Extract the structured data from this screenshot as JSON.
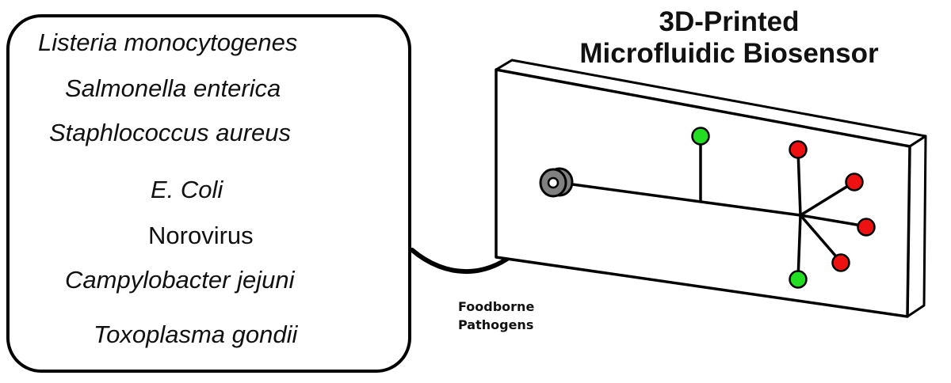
{
  "pathogen_list": {
    "items": [
      {
        "name": "Listeria monocytogenes",
        "italic": true
      },
      {
        "name": "Salmonella enterica",
        "italic": true
      },
      {
        "name": "Staphlococcus aureus",
        "italic": true
      },
      {
        "name": "E. Coli",
        "italic": true
      },
      {
        "name": "Norovirus",
        "italic": false
      },
      {
        "name": "Campylobacter jejuni",
        "italic": true
      },
      {
        "name": "Toxoplasma gondii",
        "italic": true
      }
    ]
  },
  "arrow_label": {
    "line1": "Foodborne",
    "line2": "Pathogens"
  },
  "device": {
    "title_line1": "3D-Printed",
    "title_line2": "Microfluidic Biosensor",
    "inlet_color": "#808080",
    "positive_color": "#22dd22",
    "negative_color": "#ee1111"
  }
}
